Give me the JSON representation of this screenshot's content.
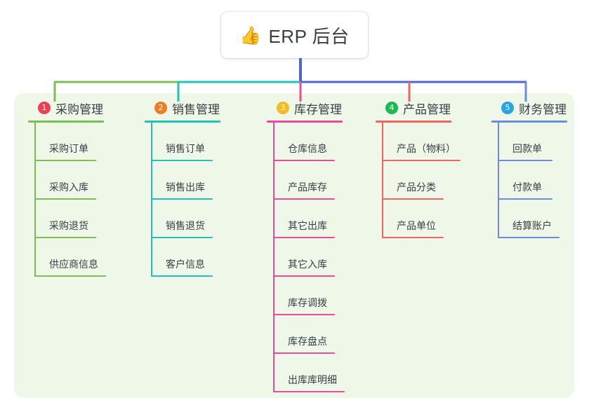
{
  "root": {
    "icon": "thumbs-up-emoji",
    "icon_glyph": "👍",
    "title": "ERP 后台"
  },
  "palette": {
    "panel_bg": "#eef7e8",
    "text": "#3a3f45",
    "root_stem": "#4f63d2"
  },
  "columns": [
    {
      "index": "1",
      "badge_color": "#ec4055",
      "line_color": "#7dbd56",
      "title": "采购管理",
      "items": [
        "采购订单",
        "采购入库",
        "采购退货",
        "供应商信息"
      ]
    },
    {
      "index": "2",
      "badge_color": "#ef7d22",
      "line_color": "#21c3b6",
      "title": "销售管理",
      "items": [
        "销售订单",
        "销售出库",
        "销售退货",
        "客户信息"
      ]
    },
    {
      "index": "3",
      "badge_color": "#f5bd1f",
      "line_color": "#e84d9b",
      "title": "库存管理",
      "items": [
        "仓库信息",
        "产品库存",
        "其它出库",
        "其它入库",
        "库存调拨",
        "库存盘点",
        "出库库明细"
      ]
    },
    {
      "index": "4",
      "badge_color": "#1dba52",
      "line_color": "#f2645f",
      "title": "产品管理",
      "items": [
        "产品（物料）",
        "产品分类",
        "产品单位"
      ]
    },
    {
      "index": "5",
      "badge_color": "#29a4e0",
      "line_color": "#6a8ede",
      "title": "财务管理",
      "items": [
        "回款单",
        "付款单",
        "结算账户"
      ]
    }
  ],
  "connectors": {
    "bus_segments": [
      {
        "name": "bus-green",
        "color": "#7dbd56"
      },
      {
        "name": "bus-teal",
        "color": "#21c3b6"
      },
      {
        "name": "bus-blue",
        "color": "#4f63d2"
      }
    ],
    "drops": [
      {
        "name": "drop-col-1",
        "color": "#7dbd56"
      },
      {
        "name": "drop-col-2",
        "color": "#21c3b6"
      },
      {
        "name": "drop-col-3",
        "color": "#e84d9b"
      },
      {
        "name": "drop-col-4",
        "color": "#f2645f"
      },
      {
        "name": "drop-col-5",
        "color": "#6a8ede"
      }
    ]
  }
}
